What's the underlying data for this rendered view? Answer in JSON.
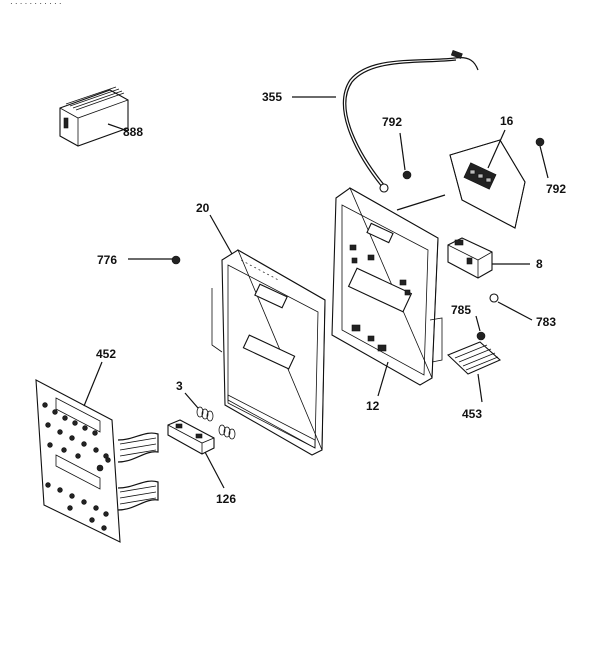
{
  "header": {
    "fragment": "· · · · ·    · · ·    · · ·"
  },
  "labels": {
    "p888": "888",
    "p355": "355",
    "p792a": "792",
    "p16": "16",
    "p792b": "792",
    "p20": "20",
    "p776": "776",
    "p8": "8",
    "p785": "785",
    "p783": "783",
    "p452": "452",
    "p3": "3",
    "p12": "12",
    "p453": "453",
    "p126": "126"
  }
}
